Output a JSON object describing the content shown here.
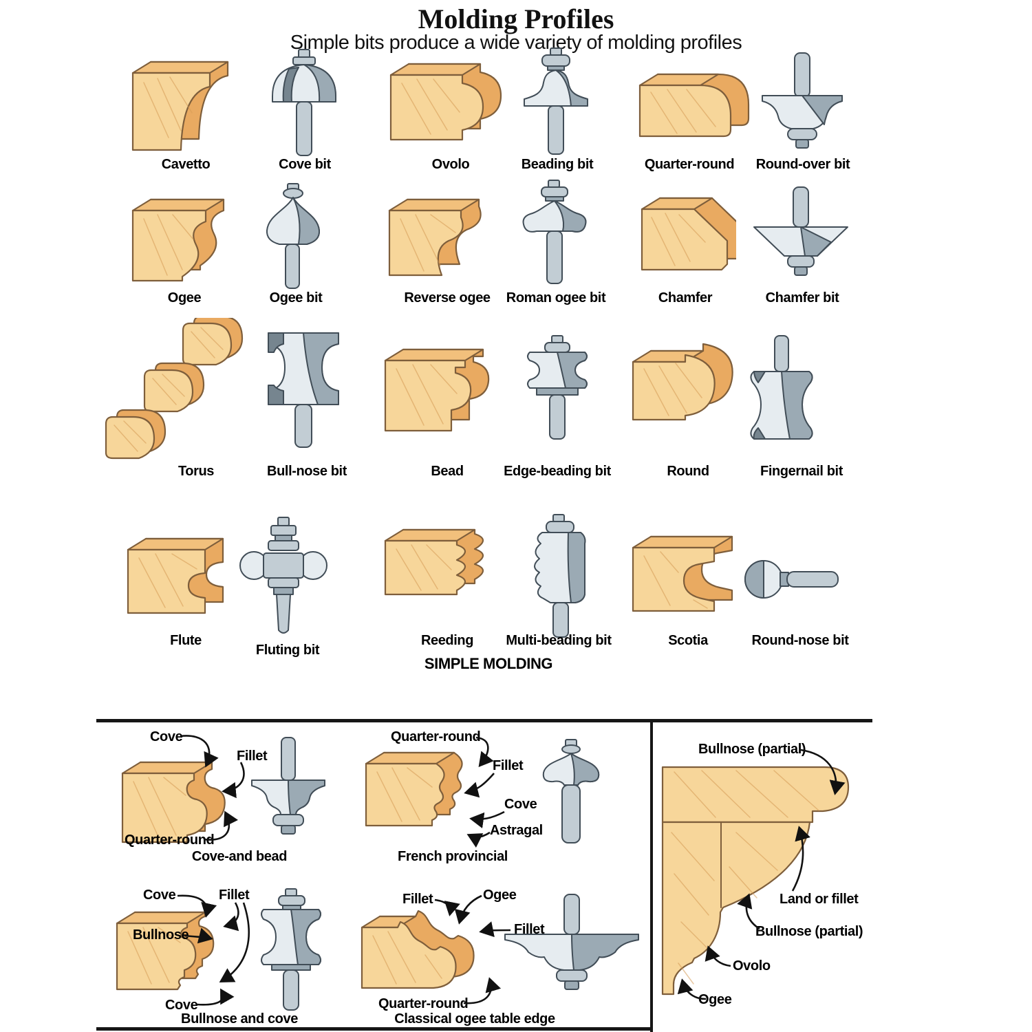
{
  "header": {
    "title": "Molding Profiles",
    "subtitle": "Simple bits produce a wide variety of molding profiles"
  },
  "section_caption": "SIMPLE MOLDING",
  "pairs": {
    "cavetto": {
      "profile": "Cavetto",
      "bit": "Cove bit"
    },
    "ovolo": {
      "profile": "Ovolo",
      "bit": "Beading bit"
    },
    "quarter_round": {
      "profile": "Quarter-round",
      "bit": "Round-over bit"
    },
    "ogee": {
      "profile": "Ogee",
      "bit": "Ogee bit"
    },
    "reverse_ogee": {
      "profile": "Reverse ogee",
      "bit": "Roman ogee bit"
    },
    "chamfer": {
      "profile": "Chamfer",
      "bit": "Chamfer bit"
    },
    "torus": {
      "profile": "Torus",
      "bit": "Bull-nose bit"
    },
    "bead": {
      "profile": "Bead",
      "bit": "Edge-beading bit"
    },
    "round": {
      "profile": "Round",
      "bit": "Fingernail bit"
    },
    "flute": {
      "profile": "Flute",
      "bit": "Fluting bit"
    },
    "reeding": {
      "profile": "Reeding",
      "bit": "Multi-beading bit"
    },
    "scotia": {
      "profile": "Scotia",
      "bit": "Round-nose bit"
    }
  },
  "complex": {
    "cove_and_bead": {
      "caption": "Cove-and bead",
      "cove": "Cove",
      "fillet": "Fillet",
      "quarter_round": "Quarter-round"
    },
    "french_provincial": {
      "caption": "French provincial",
      "quarter_round": "Quarter-round",
      "fillet": "Fillet",
      "cove": "Cove",
      "astragal": "Astragal"
    },
    "bullnose_and_cove": {
      "caption": "Bullnose and cove",
      "cove_top": "Cove",
      "fillet": "Fillet",
      "bullnose": "Bullnose",
      "cove_bottom": "Cove"
    },
    "classical_ogee": {
      "caption": "Classical ogee table edge",
      "fillet_left": "Fillet",
      "ogee": "Ogee",
      "fillet_right": "Fillet",
      "quarter_round": "Quarter-round"
    },
    "crown": {
      "bullnose_top": "Bullnose (partial)",
      "land": "Land or fillet",
      "bullnose_mid": "Bullnose (partial)",
      "ovolo": "Ovolo",
      "ogee": "Ogee"
    }
  },
  "colors": {
    "wood_light": "#F7D69A",
    "wood_mid": "#F2C07C",
    "wood_dark": "#E9AA61",
    "metal_light": "#E6ECF0",
    "metal_mid": "#C2CDD4",
    "metal_dark": "#9BAAB4",
    "outline_wood": "#7E5E3B",
    "outline_metal": "#414D57",
    "text": "#000000"
  }
}
